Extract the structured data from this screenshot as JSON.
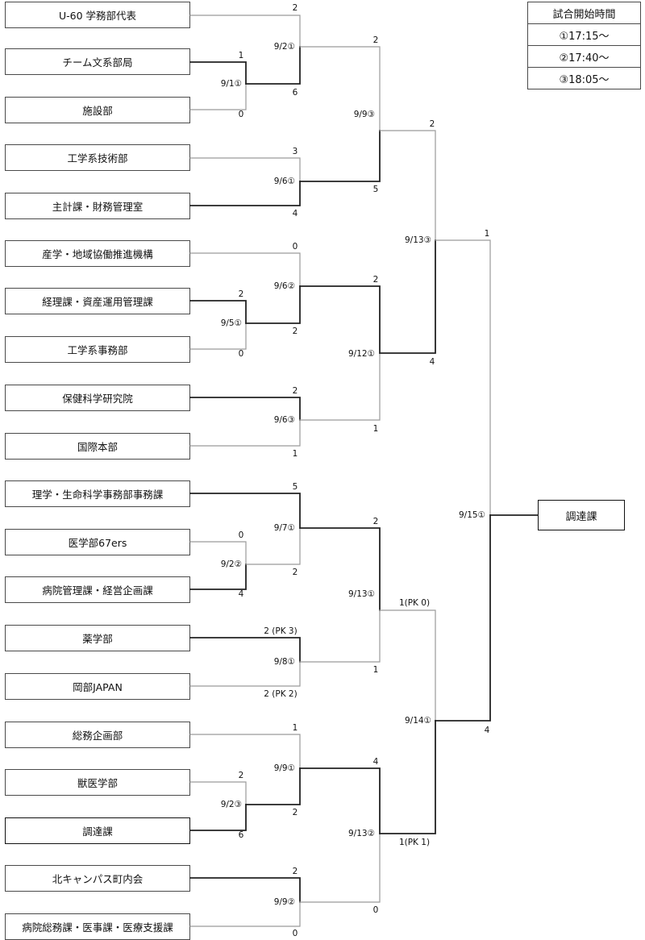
{
  "schedule": {
    "title": "試合開始時間",
    "slots": [
      "①17:15〜",
      "②17:40〜",
      "③18:05〜"
    ]
  },
  "teams": [
    "U-60 学務部代表",
    "チーム文系部局",
    "施設部",
    "工学系技術部",
    "主計課・財務管理室",
    "産学・地域協働推進機構",
    "経理課・資産運用管理課",
    "工学系事務部",
    "保健科学研究院",
    "国際本部",
    "理学・生命科学事務部事務課",
    "医学部67ers",
    "病院管理課・経営企画課",
    "薬学部",
    "岡部JAPAN",
    "総務企画部",
    "獣医学部",
    "調達課",
    "北キャンパス町内会",
    "病院総務課・医事課・医療支援課"
  ],
  "champion": "調達課",
  "matches": [
    {
      "date": "9/1①",
      "score_top": "1",
      "score_bottom": "0"
    },
    {
      "date": "9/5①",
      "score_top": "2",
      "score_bottom": "0"
    },
    {
      "date": "9/2②",
      "score_top": "0",
      "score_bottom": "4"
    },
    {
      "date": "9/2③",
      "score_top": "2",
      "score_bottom": "6"
    },
    {
      "date": "9/2①",
      "score_top": "2",
      "score_bottom": "6"
    },
    {
      "date": "9/6①",
      "score_top": "3",
      "score_bottom": "4"
    },
    {
      "date": "9/6②",
      "score_top": "0",
      "score_bottom": "2"
    },
    {
      "date": "9/6③",
      "score_top": "2",
      "score_bottom": "1"
    },
    {
      "date": "9/7①",
      "score_top": "5",
      "score_bottom": "2"
    },
    {
      "date": "9/8①",
      "score_top": "2 (PK 3)",
      "score_bottom": "2 (PK 2)"
    },
    {
      "date": "9/9①",
      "score_top": "1",
      "score_bottom": "2"
    },
    {
      "date": "9/9②",
      "score_top": "2",
      "score_bottom": "0"
    },
    {
      "date": "9/9③",
      "score_top": "2",
      "score_bottom": "5"
    },
    {
      "date": "9/12①",
      "score_top": "2",
      "score_bottom": "1"
    },
    {
      "date": "9/13①",
      "score_top": "2",
      "score_bottom": "1"
    },
    {
      "date": "9/13②",
      "score_top": "4",
      "score_bottom": "0"
    },
    {
      "date": "9/13③",
      "score_top": "2",
      "score_bottom": "4"
    },
    {
      "date": "9/14①",
      "score_top": "1(PK 0)",
      "score_bottom": "1(PK 1)"
    },
    {
      "date": "9/15①",
      "score_top": "1",
      "score_bottom": "4"
    }
  ]
}
